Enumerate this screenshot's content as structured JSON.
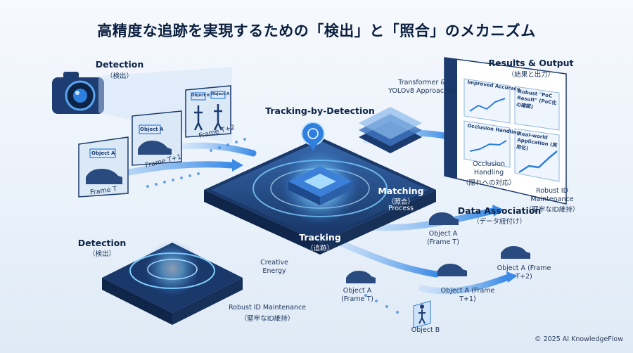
{
  "title": "高精度な追跡を実現するための「検出」と「照合」のメカニズム",
  "labels": {
    "detection_top_en": "Detection",
    "detection_top_ja": "（検出）",
    "frame_t": "Frame T",
    "frame_t1": "Frame T+1",
    "frame_t2": "Frame T+2",
    "object_a": "Object A",
    "object_b": "Object B",
    "tracking_by_detection": "Tracking-by-Detection",
    "transformer": "Transformer & YOLOv8 Approaches",
    "results_en": "Results & Output",
    "results_ja": "（結果と出力）",
    "improved_accuracy": "Improved Accuracy",
    "robust_poc": "Robust \"PoC Result\" (PoC化の確認)",
    "occlusion_handling_card": "Occlusion Handling",
    "real_world": "Real-world Application (実用化)",
    "occlusion_en": "Occlusion Handling",
    "occlusion_ja": "（隠れへの対応）",
    "robust_id_right_en": "Robust ID Maintenance",
    "robust_id_right_ja": "（堅牢なID維持）",
    "matching_en": "Matching",
    "matching_ja": "（照合）",
    "matching_process": "Process",
    "tracking_en": "Tracking",
    "tracking_ja": "（追跡）",
    "data_association_en": "Data Association",
    "data_association_ja": "（データ紐付け）",
    "detection_left_en": "Detection",
    "detection_left_ja": "（検出）",
    "creative_energy": "Creative Energy",
    "robust_id_bottom_en": "Robust ID Maintenance",
    "robust_id_bottom_ja": "（堅牢なID維持）",
    "obj_a_frame_t_upper": "Object A (Frame T)",
    "obj_a_frame_t2": "Object A (Frame T+2)",
    "obj_a_frame_t_lower": "Object A (Frame T)",
    "obj_a_frame_t1": "Object A (Frame T+1)"
  },
  "copyright": "© 2025 AI KnowledgeFlow",
  "colors": {
    "accent": "#2f7fe0",
    "dark_navy": "#1b3a6e",
    "glow": "#7fd0ff"
  }
}
